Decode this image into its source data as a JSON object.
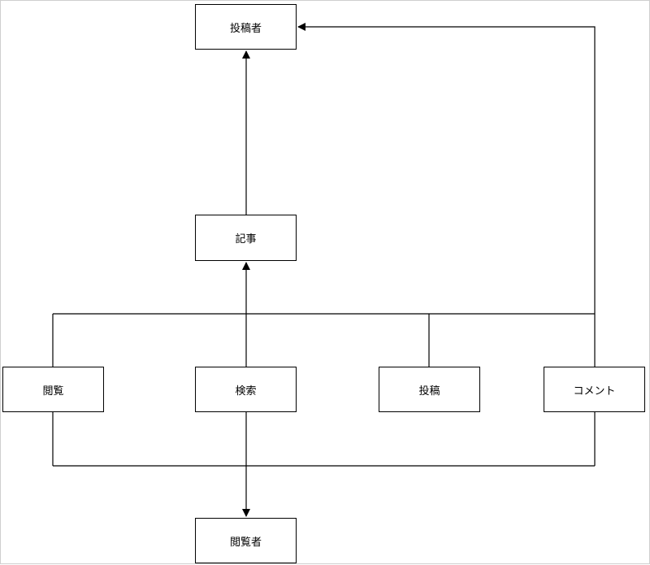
{
  "nodes": {
    "poster": "投稿者",
    "article": "記事",
    "view": "閲覧",
    "search": "検索",
    "post": "投稿",
    "comment": "コメント",
    "viewer": "閲覧者"
  },
  "colors": {
    "stroke": "#000000",
    "background": "#ffffff",
    "border": "#cfcfcf"
  }
}
